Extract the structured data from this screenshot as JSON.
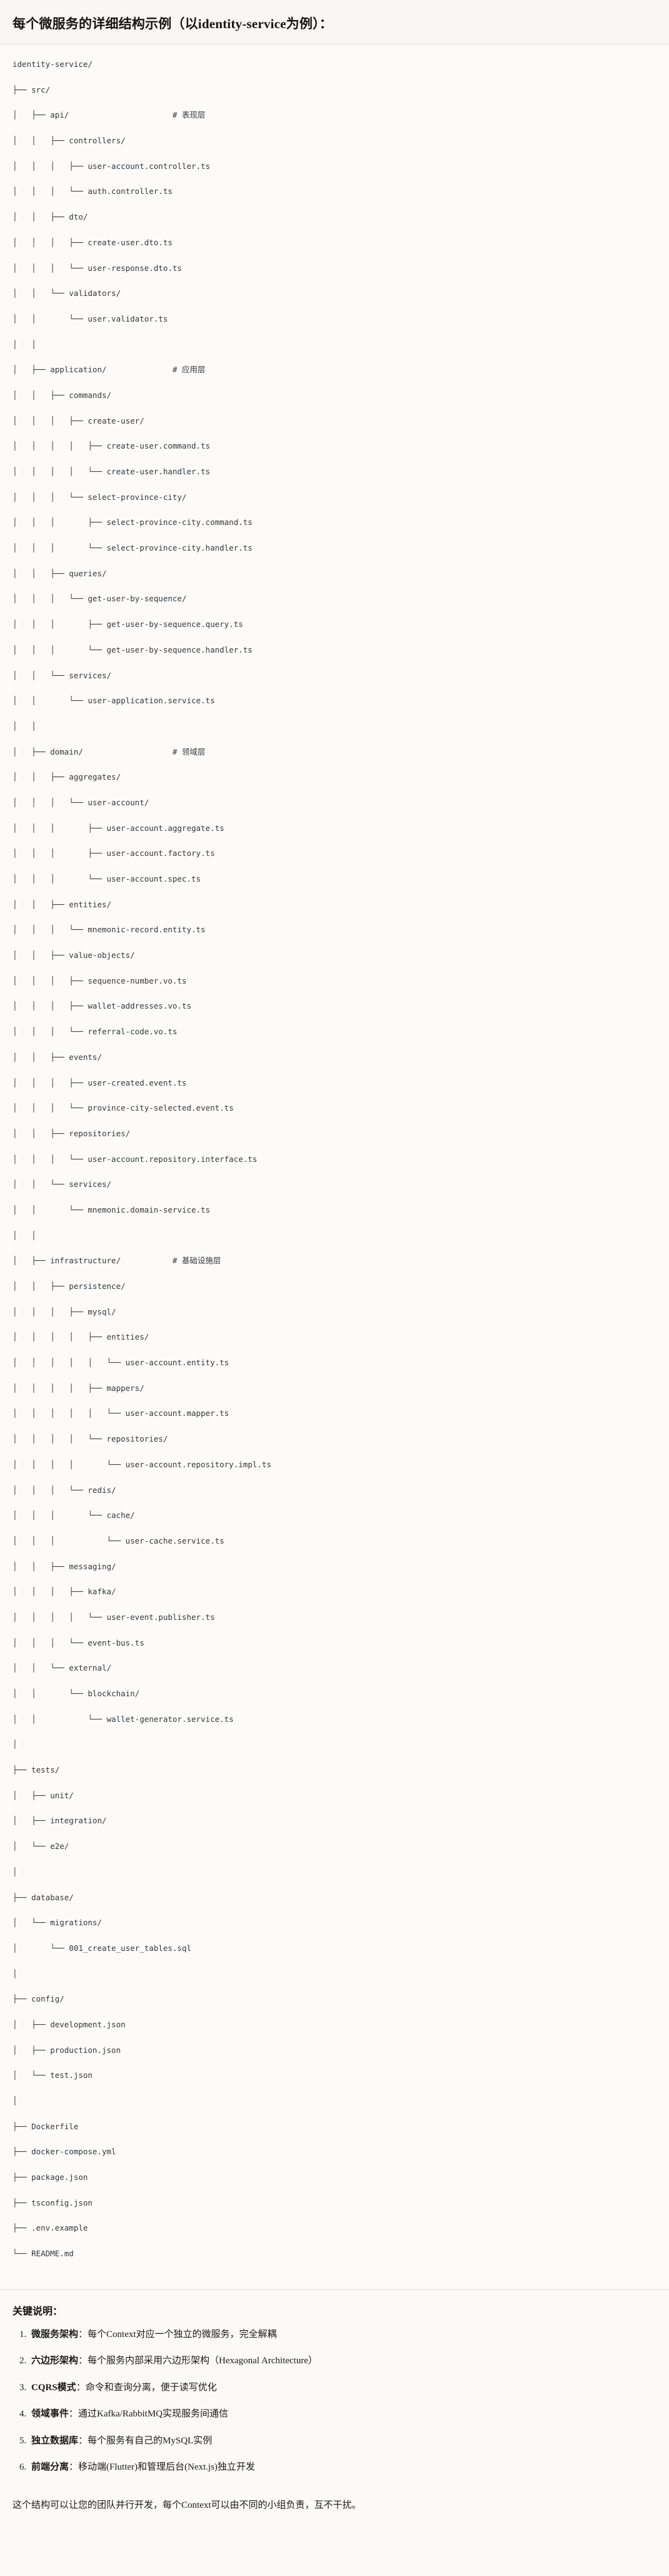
{
  "header": {
    "title": "每个微服务的详细结构示例（以identity-service为例）："
  },
  "tree": {
    "root": "identity-service/",
    "lines": [
      {
        "text": "identity-service/",
        "comment": ""
      },
      {
        "text": "├── src/",
        "comment": ""
      },
      {
        "text": "│   ├── api/",
        "comment": "# 表现层"
      },
      {
        "text": "│   │   ├── controllers/",
        "comment": ""
      },
      {
        "text": "│   │   │   ├── user-account.controller.ts",
        "comment": ""
      },
      {
        "text": "│   │   │   └── auth.controller.ts",
        "comment": ""
      },
      {
        "text": "│   │   ├── dto/",
        "comment": ""
      },
      {
        "text": "│   │   │   ├── create-user.dto.ts",
        "comment": ""
      },
      {
        "text": "│   │   │   └── user-response.dto.ts",
        "comment": ""
      },
      {
        "text": "│   │   └── validators/",
        "comment": ""
      },
      {
        "text": "│   │       └── user.validator.ts",
        "comment": ""
      },
      {
        "text": "│   │",
        "comment": ""
      },
      {
        "text": "│   ├── application/",
        "comment": "# 应用层"
      },
      {
        "text": "│   │   ├── commands/",
        "comment": ""
      },
      {
        "text": "│   │   │   ├── create-user/",
        "comment": ""
      },
      {
        "text": "│   │   │   │   ├── create-user.command.ts",
        "comment": ""
      },
      {
        "text": "│   │   │   │   └── create-user.handler.ts",
        "comment": ""
      },
      {
        "text": "│   │   │   └── select-province-city/",
        "comment": ""
      },
      {
        "text": "│   │   │       ├── select-province-city.command.ts",
        "comment": ""
      },
      {
        "text": "│   │   │       └── select-province-city.handler.ts",
        "comment": ""
      },
      {
        "text": "│   │   ├── queries/",
        "comment": ""
      },
      {
        "text": "│   │   │   └── get-user-by-sequence/",
        "comment": ""
      },
      {
        "text": "│   │   │       ├── get-user-by-sequence.query.ts",
        "comment": ""
      },
      {
        "text": "│   │   │       └── get-user-by-sequence.handler.ts",
        "comment": ""
      },
      {
        "text": "│   │   └── services/",
        "comment": ""
      },
      {
        "text": "│   │       └── user-application.service.ts",
        "comment": ""
      },
      {
        "text": "│   │",
        "comment": ""
      },
      {
        "text": "│   ├── domain/",
        "comment": "# 领域层"
      },
      {
        "text": "│   │   ├── aggregates/",
        "comment": ""
      },
      {
        "text": "│   │   │   └── user-account/",
        "comment": ""
      },
      {
        "text": "│   │   │       ├── user-account.aggregate.ts",
        "comment": ""
      },
      {
        "text": "│   │   │       ├── user-account.factory.ts",
        "comment": ""
      },
      {
        "text": "│   │   │       └── user-account.spec.ts",
        "comment": ""
      },
      {
        "text": "│   │   ├── entities/",
        "comment": ""
      },
      {
        "text": "│   │   │   └── mnemonic-record.entity.ts",
        "comment": ""
      },
      {
        "text": "│   │   ├── value-objects/",
        "comment": ""
      },
      {
        "text": "│   │   │   ├── sequence-number.vo.ts",
        "comment": ""
      },
      {
        "text": "│   │   │   ├── wallet-addresses.vo.ts",
        "comment": ""
      },
      {
        "text": "│   │   │   └── referral-code.vo.ts",
        "comment": ""
      },
      {
        "text": "│   │   ├── events/",
        "comment": ""
      },
      {
        "text": "│   │   │   ├── user-created.event.ts",
        "comment": ""
      },
      {
        "text": "│   │   │   └── province-city-selected.event.ts",
        "comment": ""
      },
      {
        "text": "│   │   ├── repositories/",
        "comment": ""
      },
      {
        "text": "│   │   │   └── user-account.repository.interface.ts",
        "comment": ""
      },
      {
        "text": "│   │   └── services/",
        "comment": ""
      },
      {
        "text": "│   │       └── mnemonic.domain-service.ts",
        "comment": ""
      },
      {
        "text": "│   │",
        "comment": ""
      },
      {
        "text": "│   ├── infrastructure/",
        "comment": "# 基础设施层"
      },
      {
        "text": "│   │   ├── persistence/",
        "comment": ""
      },
      {
        "text": "│   │   │   ├── mysql/",
        "comment": ""
      },
      {
        "text": "│   │   │   │   ├── entities/",
        "comment": ""
      },
      {
        "text": "│   │   │   │   │   └── user-account.entity.ts",
        "comment": ""
      },
      {
        "text": "│   │   │   │   ├── mappers/",
        "comment": ""
      },
      {
        "text": "│   │   │   │   │   └── user-account.mapper.ts",
        "comment": ""
      },
      {
        "text": "│   │   │   │   └── repositories/",
        "comment": ""
      },
      {
        "text": "│   │   │   │       └── user-account.repository.impl.ts",
        "comment": ""
      },
      {
        "text": "│   │   │   └── redis/",
        "comment": ""
      },
      {
        "text": "│   │   │       └── cache/",
        "comment": ""
      },
      {
        "text": "│   │   │           └── user-cache.service.ts",
        "comment": ""
      },
      {
        "text": "│   │   ├── messaging/",
        "comment": ""
      },
      {
        "text": "│   │   │   ├── kafka/",
        "comment": ""
      },
      {
        "text": "│   │   │   │   └── user-event.publisher.ts",
        "comment": ""
      },
      {
        "text": "│   │   │   └── event-bus.ts",
        "comment": ""
      },
      {
        "text": "│   │   └── external/",
        "comment": ""
      },
      {
        "text": "│   │       └── blockchain/",
        "comment": ""
      },
      {
        "text": "│   │           └── wallet-generator.service.ts",
        "comment": ""
      },
      {
        "text": "│",
        "comment": ""
      },
      {
        "text": "├── tests/",
        "comment": ""
      },
      {
        "text": "│   ├── unit/",
        "comment": ""
      },
      {
        "text": "│   ├── integration/",
        "comment": ""
      },
      {
        "text": "│   └── e2e/",
        "comment": ""
      },
      {
        "text": "│",
        "comment": ""
      },
      {
        "text": "├── database/",
        "comment": ""
      },
      {
        "text": "│   └── migrations/",
        "comment": ""
      },
      {
        "text": "│       └── 001_create_user_tables.sql",
        "comment": ""
      },
      {
        "text": "│",
        "comment": ""
      },
      {
        "text": "├── config/",
        "comment": ""
      },
      {
        "text": "│   ├── development.json",
        "comment": ""
      },
      {
        "text": "│   ├── production.json",
        "comment": ""
      },
      {
        "text": "│   └── test.json",
        "comment": ""
      },
      {
        "text": "│",
        "comment": ""
      },
      {
        "text": "├── Dockerfile",
        "comment": ""
      },
      {
        "text": "├── docker-compose.yml",
        "comment": ""
      },
      {
        "text": "├── package.json",
        "comment": ""
      },
      {
        "text": "├── tsconfig.json",
        "comment": ""
      },
      {
        "text": "├── .env.example",
        "comment": ""
      },
      {
        "text": "└── README.md",
        "comment": ""
      }
    ],
    "comment_column": 34
  },
  "notes": {
    "heading": "关键说明：",
    "items": [
      {
        "label": "微服务架构",
        "text": "：每个Context对应一个独立的微服务，完全解耦"
      },
      {
        "label": "六边形架构",
        "text": "：每个服务内部采用六边形架构（Hexagonal Architecture）"
      },
      {
        "label": "CQRS模式",
        "text": "：命令和查询分离，便于读写优化"
      },
      {
        "label": "领域事件",
        "text": "：通过Kafka/RabbitMQ实现服务间通信"
      },
      {
        "label": "独立数据库",
        "text": "：每个服务有自己的MySQL实例"
      },
      {
        "label": "前端分离",
        "text": "：移动端(Flutter)和管理后台(Next.js)独立开发"
      }
    ],
    "closing": "这个结构可以让您的团队并行开发，每个Context可以由不同的小组负责，互不干扰。"
  }
}
